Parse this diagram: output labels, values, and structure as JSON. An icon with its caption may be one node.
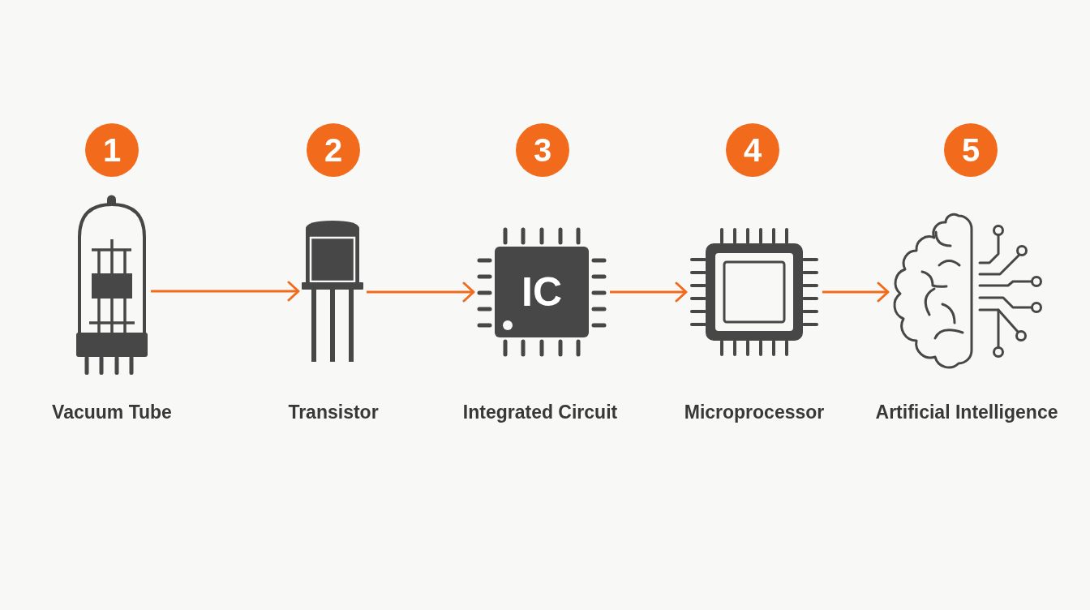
{
  "diagram": {
    "nodes": [
      {
        "text": [
          "1"
        ]
      },
      {
        "text": [
          "2"
        ]
      },
      {
        "text": [
          "3"
        ]
      },
      {
        "text": [
          "4"
        ]
      },
      {
        "text": [
          "5"
        ]
      },
      {
        "text": [],
        "shape": "picture",
        "beside": [
          "Vacuum Tube"
        ]
      },
      {
        "text": [],
        "shape": "picture",
        "beside": [
          "Transistor"
        ]
      },
      {
        "text": [
          "IC"
        ],
        "beside": [
          "Integrated Circuit"
        ]
      },
      {
        "text": [],
        "shape": "picture",
        "beside": [
          "Microprocessor"
        ]
      },
      {
        "text": [],
        "shape": "picture",
        "beside": [
          "Artificial Intelligence"
        ]
      }
    ],
    "edges": [
      {
        "from": 5,
        "to": 6,
        "arrow": "to"
      },
      {
        "from": 6,
        "to": 7,
        "arrow": "to"
      },
      {
        "from": 7,
        "to": 8,
        "arrow": "to"
      },
      {
        "from": 8,
        "to": 9,
        "arrow": "to"
      }
    ]
  }
}
